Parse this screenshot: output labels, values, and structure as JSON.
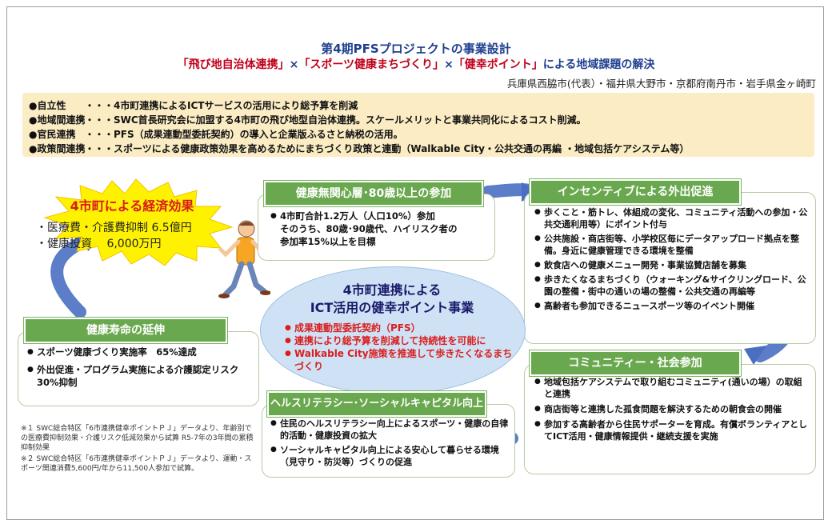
{
  "title": "第4期PFSプロジェクトの事業設計",
  "subtitle": {
    "q1": "「飛び地自治体連携」",
    "x1": "×",
    "q2": "「スポーツ健康まちづくり」",
    "x2": "×",
    "q3": "「健幸ポイント」",
    "tail": "による地域課題の解決"
  },
  "cities": "兵庫県西脇市(代表）・福井県大野市・京都府南丹市・岩手県金ヶ崎町",
  "principles": [
    {
      "name": "●自立性",
      "text": "・・・4市町連携によるICTサービスの活用により総予算を削減"
    },
    {
      "name": "●地域間連携",
      "text": "・・・SWC首長研究会に加盟する4市町の飛び地型自治体連携。スケールメリットと事業共同化によるコスト削減。"
    },
    {
      "name": "●官民連携",
      "text": "・・・PFS（成果連動型委託契約）の導入と企業版ふるさと納税の活用。"
    },
    {
      "name": "●政策間連携",
      "text": "・・・スポーツによる健康政策効果を高めるためにまちづくり政策と連動（Walkable City・公共交通の再編 ・地域包括ケアシステム等）"
    }
  ],
  "economic": {
    "title": "4市町による経済効果",
    "items": [
      "・医療費・介護費抑制 6.5億円",
      "・健康投資　 6,000万円"
    ]
  },
  "box_participation": {
    "title": "健康無関心層･80歳以上の参加",
    "lines": [
      "4市町合計1.2万人（人口10%）参加",
      "そのうち、80歳･90歳代、ハイリスク者の",
      "参加率15%以上を目標"
    ]
  },
  "box_incentive": {
    "title": "インセンティブによる外出促進",
    "items": [
      "歩くこと・筋トレ、体組成の変化、コミュニティ活動への参加・公共交通利用等）にポイント付与",
      "公共施設・商店街等、小学校区毎にデータアップロード拠点を整備。身近に健康管理できる環境を整備",
      "飲食店への健康メニュー開発・事業協賛店舗を募集",
      "歩きたくなるまちづくり（ウォーキング&サイクリングロード、公園の整備・街中の通いの場の整備・公共交通の再編等",
      "高齢者も参加できるニュースポーツ等のイベント開催"
    ]
  },
  "box_lifespan": {
    "title": "健康寿命の延伸",
    "items": [
      "スポーツ健康づくり実施率　65%達成",
      "外出促進・プログラム実施による介護認定リスク30%抑制"
    ]
  },
  "center": {
    "title1": "4市町連携による",
    "title2": "ICT活用の健幸ポイント事業",
    "items": [
      "成果連動型委託契約（PFS）",
      "連携により総予算を削減して持続性を可能に",
      "Walkable City施策を推進して歩きたくなるまちづくり"
    ]
  },
  "box_community": {
    "title": "コミュニティー・社会参加",
    "items": [
      "地域包括ケアシステムで取り組むコミュニティ(通いの場）の取組と連携",
      "商店街等と連携した孤食問題を解決するための朝食会の開催",
      "参加する高齢者から住民サポーターを育成。有償ボランティアとしてICT活用・健康情報提供・継続支援を実施"
    ]
  },
  "box_literacy": {
    "title": "ヘルスリテラシー･ソーシャルキャピタル向上",
    "items": [
      "住民のヘルスリテラシー向上によるスポーツ・健康の自律的活動・健康投資の拡大",
      "ソーシャルキャピタル向上による安心して暮らせる環境（見守り・防災等）づくりの促進"
    ]
  },
  "notes": [
    "※１ SWC総合特区「6市連携健幸ポイントＰＪ」データより、年齢別での医療費抑制効果・介護リスク低減効果から試算 R5-7年の3年間の累積抑制効果",
    "※２ SWC総合特区「6市連携健幸ポイントＰＪ」データより、運動・スポーツ関連消費5,600円/年から11,500人参加で試算。"
  ],
  "colors": {
    "header_green": "#6aa84f",
    "title_blue": "#1f3f8f",
    "accent_red": "#d81b1b",
    "band": "#fbecc4",
    "arrow": "#4a6fc2",
    "center": "#cfe2f5"
  }
}
